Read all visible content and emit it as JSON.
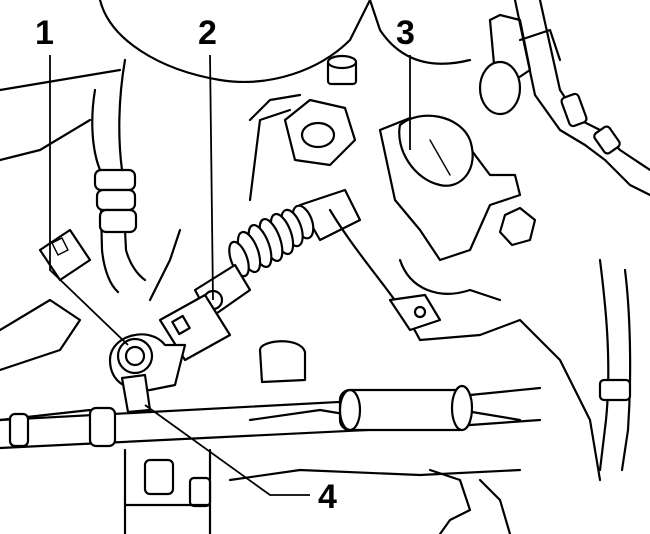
{
  "callouts": {
    "c1": "1",
    "c2": "2",
    "c3": "3",
    "c4": "4"
  },
  "colors": {
    "ink": "#000000",
    "paper": "#ffffff"
  }
}
